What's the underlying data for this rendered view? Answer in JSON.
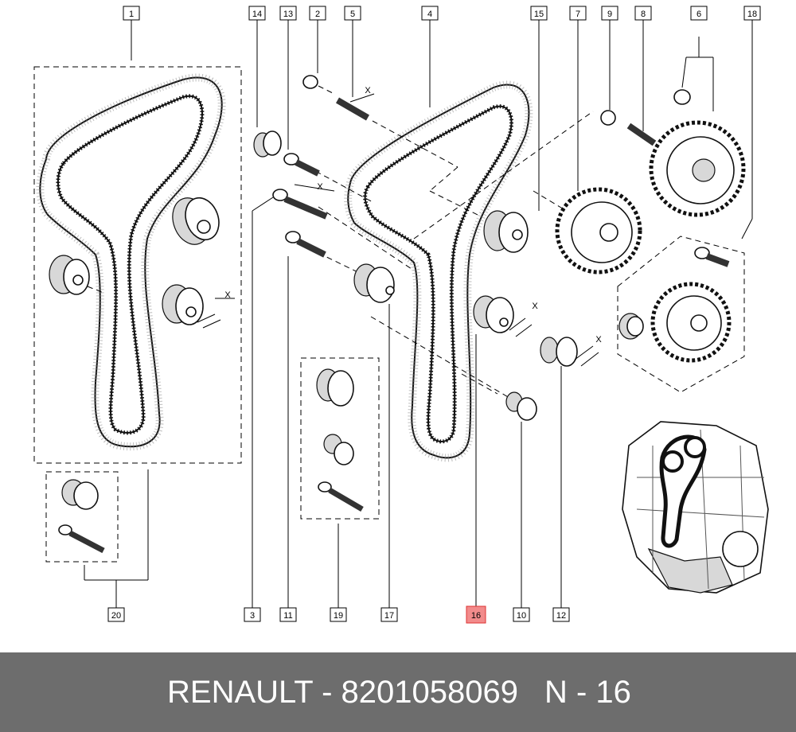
{
  "callouts": {
    "c1": "1",
    "c2": "2",
    "c3": "3",
    "c4": "4",
    "c5": "5",
    "c6": "6",
    "c7": "7",
    "c8": "8",
    "c9": "9",
    "c10": "10",
    "c11": "11",
    "c12": "12",
    "c13": "13",
    "c14": "14",
    "c15": "15",
    "c16": "16",
    "c17": "17",
    "c18": "18",
    "c19": "19",
    "c20": "20"
  },
  "highlighted_callout": "16",
  "dimension_marks": {
    "x1": "X",
    "x2": "X",
    "x3": "X",
    "x4": "X",
    "x5": "X"
  },
  "footer": {
    "brand": "RENAULT - 8201058069",
    "position": "N - 16"
  },
  "colors": {
    "footer_bg": "#6d6d6d",
    "highlight_fill": "#f28b8b",
    "highlight_stroke": "#dd3333"
  }
}
